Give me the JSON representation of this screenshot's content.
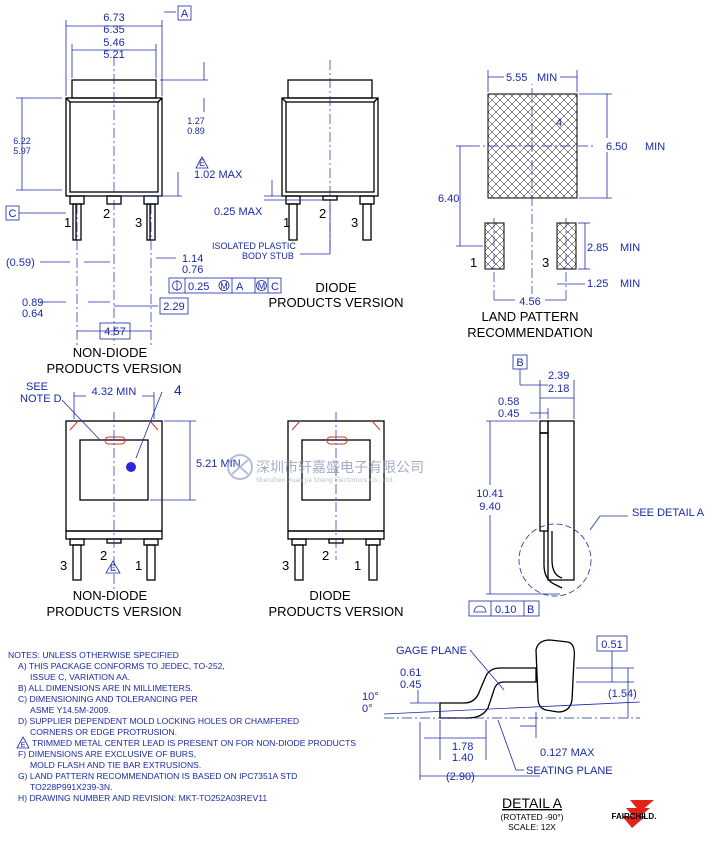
{
  "dims": {
    "d673": "6.73",
    "d635": "6.35",
    "d546": "5.46",
    "d521": "5.21",
    "d622": "6.22",
    "d597": "5.97",
    "d127": "1.27",
    "d089b": "0.89",
    "d102": "1.02 MAX",
    "d025max": "0.25 MAX",
    "d059": "(0.59)",
    "d114": "1.14",
    "d076": "0.76",
    "d089": "0.89",
    "d064": "0.64",
    "d229": "2.29",
    "d457": "4.57",
    "tol": "0.25",
    "datA": "A",
    "datC": "C",
    "mM": "M",
    "mA": "A",
    "boxA": "A",
    "boxC": "C",
    "boxB": "B",
    "d432": "4.32 MIN",
    "d521min": "5.21 MIN",
    "d555": "5.55",
    "d650": "6.50",
    "d640": "6.40",
    "d285": "2.85",
    "d125": "1.25",
    "d456": "4.56",
    "min": "MIN",
    "d239": "2.39",
    "d218": "2.18",
    "d058": "0.58",
    "d045": "0.45",
    "d1041": "10.41",
    "d940": "9.40",
    "flat": "0.10",
    "d051": "0.51",
    "d154": "(1.54)",
    "d061": "0.61",
    "d045b": "0.45",
    "d10deg": "10°",
    "d0deg": "0°",
    "d178": "1.78",
    "d140": "1.40",
    "d0127": "0.127 MAX",
    "d290": "(2.90)"
  },
  "labels": {
    "nondiode": "NON-DIODE",
    "products": "PRODUCTS VERSION",
    "diode": "DIODE",
    "land1": "LAND PATTERN",
    "land2": "RECOMMENDATION",
    "iso1": "ISOLATED PLASTIC",
    "iso2": "BODY STUB",
    "see1": "SEE",
    "see2": "NOTE D",
    "four": "4",
    "p1": "1",
    "p2": "2",
    "p3": "3",
    "e": "E",
    "seedetail": "SEE DETAIL A",
    "gage": "GAGE PLANE",
    "seating": "SEATING PLANE",
    "detail": "DETAIL A",
    "rot": "(ROTATED -90°)",
    "scale": "SCALE: 12X",
    "brand": "FAIRCHILD."
  },
  "watermark": {
    "cn": "深圳市轩嘉盛电子有限公司",
    "en": "Shenzhen Xuan Jia Sheng Electronics Co., Ltd."
  },
  "notes": [
    "NOTES: UNLESS OTHERWISE SPECIFIED",
    "A)  THIS PACKAGE CONFORMS TO JEDEC, TO-252,",
    "ISSUE C, VARIATION AA.",
    "B)  ALL DIMENSIONS ARE IN MILLIMETERS.",
    "C)  DIMENSIONING AND TOLERANCING PER",
    "ASME Y14.5M-2009.",
    "D)  SUPPLIER DEPENDENT MOLD LOCKING HOLES OR CHAMFERED",
    "CORNERS OR EDGE PROTRUSION.",
    "TRIMMED METAL CENTER LEAD IS PRESENT ON FOR NON-DIODE PRODUCTS",
    "F)  DIMENSIONS ARE EXCLUSIVE OF BURS,",
    "MOLD FLASH AND TIE BAR EXTRUSIONS.",
    "G)  LAND PATTERN RECOMMENDATION IS BASED ON IPC7351A STD",
    "TO228P991X239-3N.",
    "H)  DRAWING NUMBER AND REVISION: MKT-TO252A03REV11"
  ],
  "colors": {
    "dimension": "#1a2aa6",
    "outline": "#000000",
    "notch": "#d9342b",
    "logo": "#e2231a"
  }
}
